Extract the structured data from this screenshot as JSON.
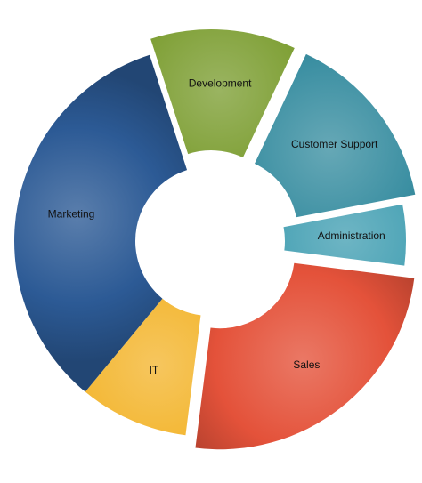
{
  "chart_data": {
    "type": "pie",
    "variant": "doughnut",
    "exploded_slices": [
      "Development",
      "Customer Support",
      "Sales"
    ],
    "title": "",
    "legend": "none",
    "slices": [
      {
        "label": "Development",
        "value": 12,
        "color": "#7E9F34"
      },
      {
        "label": "Customer Support",
        "value": 15,
        "color": "#3B8FA2"
      },
      {
        "label": "Administration",
        "value": 5,
        "color": "#45A0B3"
      },
      {
        "label": "Sales",
        "value": 25,
        "color": "#E4523A"
      },
      {
        "label": "IT",
        "value": 9,
        "color": "#F3B630"
      },
      {
        "label": "Marketing",
        "value": 34,
        "color": "#2C5A95"
      }
    ]
  }
}
